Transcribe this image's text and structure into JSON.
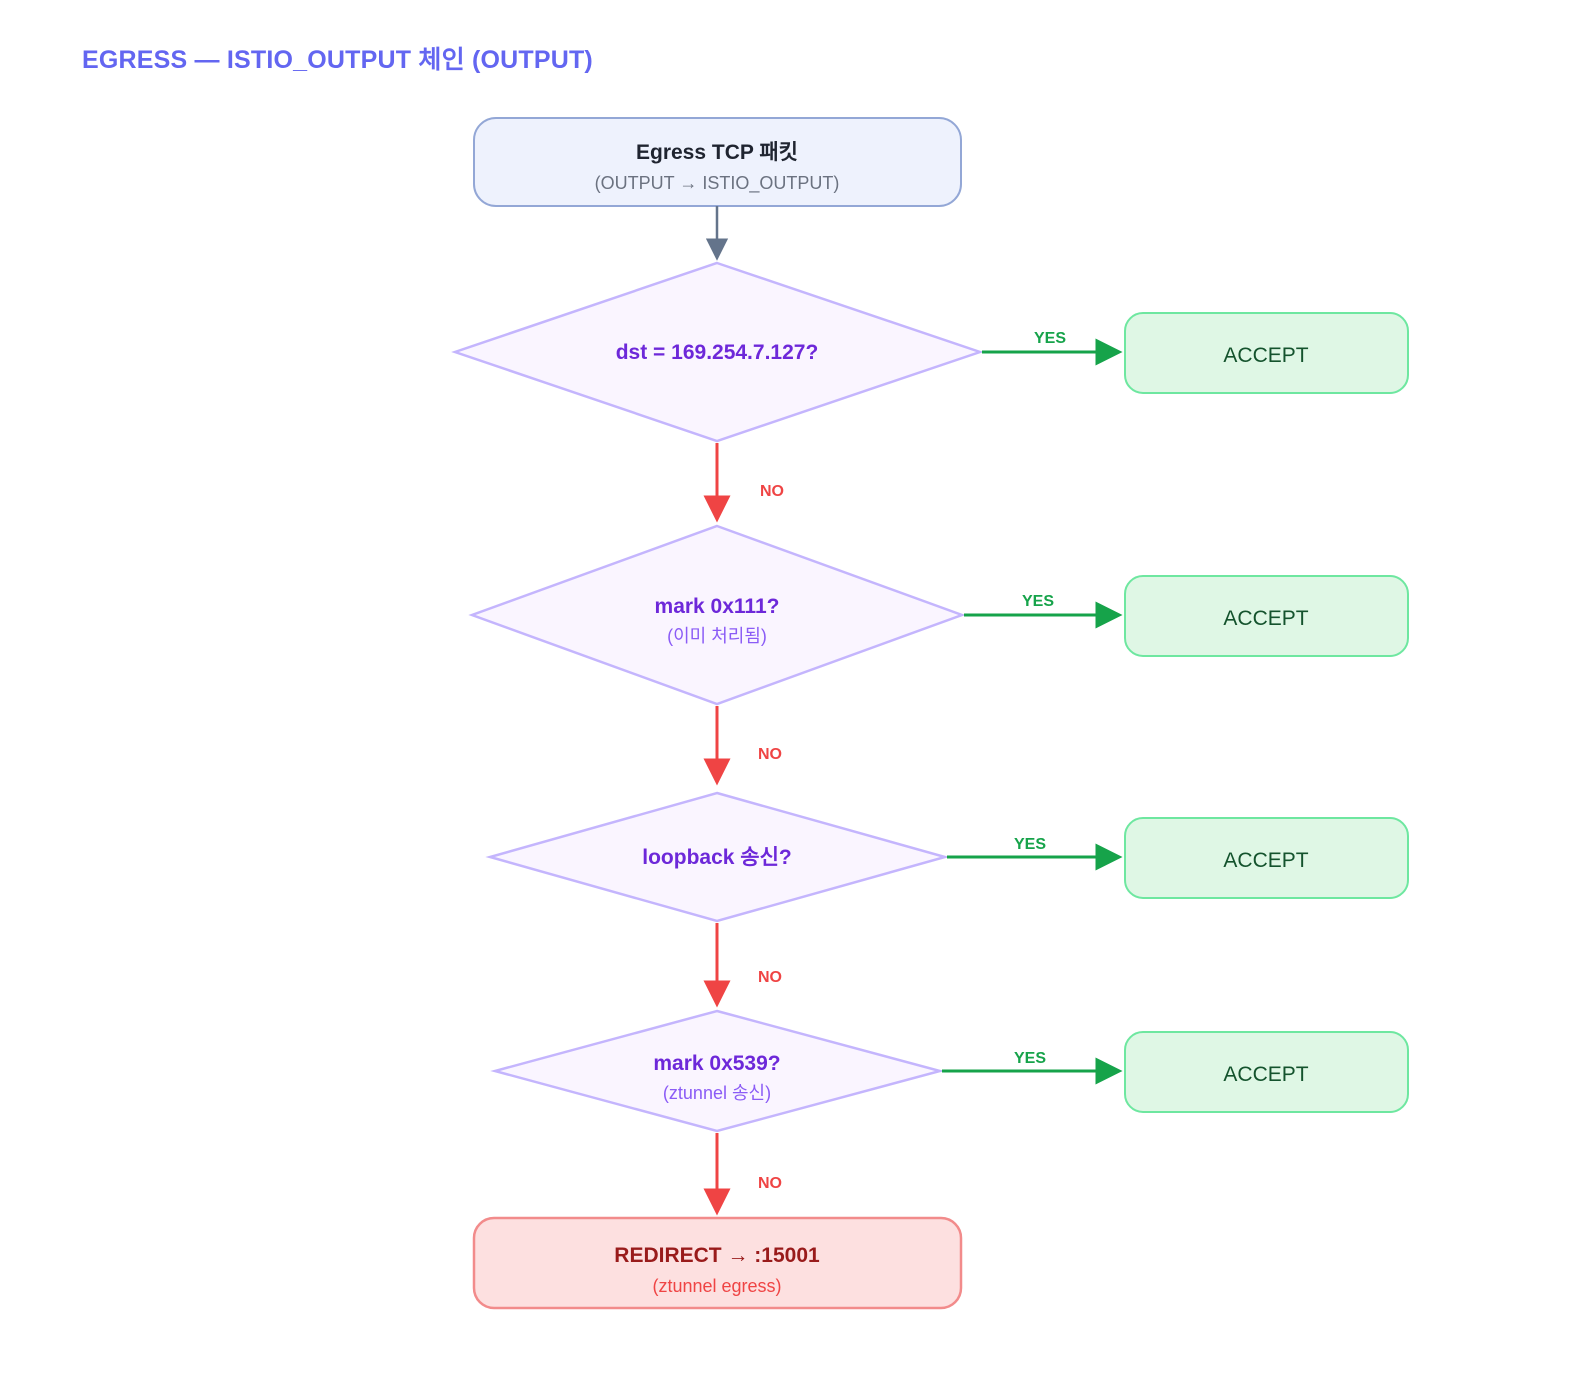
{
  "page": {
    "title": "EGRESS — ISTIO_OUTPUT 체인 (OUTPUT)",
    "title_color": "#6366f1",
    "background": "#ffffff"
  },
  "colors": {
    "start_fill": "#eef2fd",
    "start_stroke": "#93a7d6",
    "decision_fill": "#faf5ff",
    "decision_stroke": "#c4b5fd",
    "accept_fill": "#dff7e5",
    "accept_stroke": "#6ee7a0",
    "accept_text": "#14532d",
    "redirect_fill": "#fde0e0",
    "redirect_stroke": "#f28b8b",
    "redirect_text": "#991b1b",
    "yes_edge": "#16a34a",
    "no_edge": "#ef4444",
    "entry_edge": "#64748b",
    "decision_text": "#6d28d9",
    "decision_subtext": "#8b5cf6"
  },
  "flow": {
    "start_node": {
      "name": "egress-tcp-packet",
      "title": "Egress TCP 패킷",
      "subtitle": "(OUTPUT → ISTIO_OUTPUT)"
    },
    "decisions": [
      {
        "name": "dst-link-local-check",
        "title": "dst = 169.254.7.127?",
        "subtitle": "",
        "yes_label": "YES",
        "no_label": "NO",
        "yes_target": "ACCEPT"
      },
      {
        "name": "mark-0x111-check",
        "title": "mark 0x111?",
        "subtitle": "(이미 처리됨)",
        "yes_label": "YES",
        "no_label": "NO",
        "yes_target": "ACCEPT"
      },
      {
        "name": "loopback-egress-check",
        "title": "loopback 송신?",
        "subtitle": "",
        "yes_label": "YES",
        "no_label": "NO",
        "yes_target": "ACCEPT"
      },
      {
        "name": "mark-0x539-check",
        "title": "mark 0x539?",
        "subtitle": "(ztunnel 송신)",
        "yes_label": "YES",
        "no_label": "NO",
        "yes_target": "ACCEPT"
      }
    ],
    "accept_nodes": [
      {
        "name": "accept-1",
        "label": "ACCEPT"
      },
      {
        "name": "accept-2",
        "label": "ACCEPT"
      },
      {
        "name": "accept-3",
        "label": "ACCEPT"
      },
      {
        "name": "accept-4",
        "label": "ACCEPT"
      }
    ],
    "terminal_node": {
      "name": "redirect-15001",
      "title": "REDIRECT → :15001",
      "subtitle": "(ztunnel egress)"
    }
  }
}
